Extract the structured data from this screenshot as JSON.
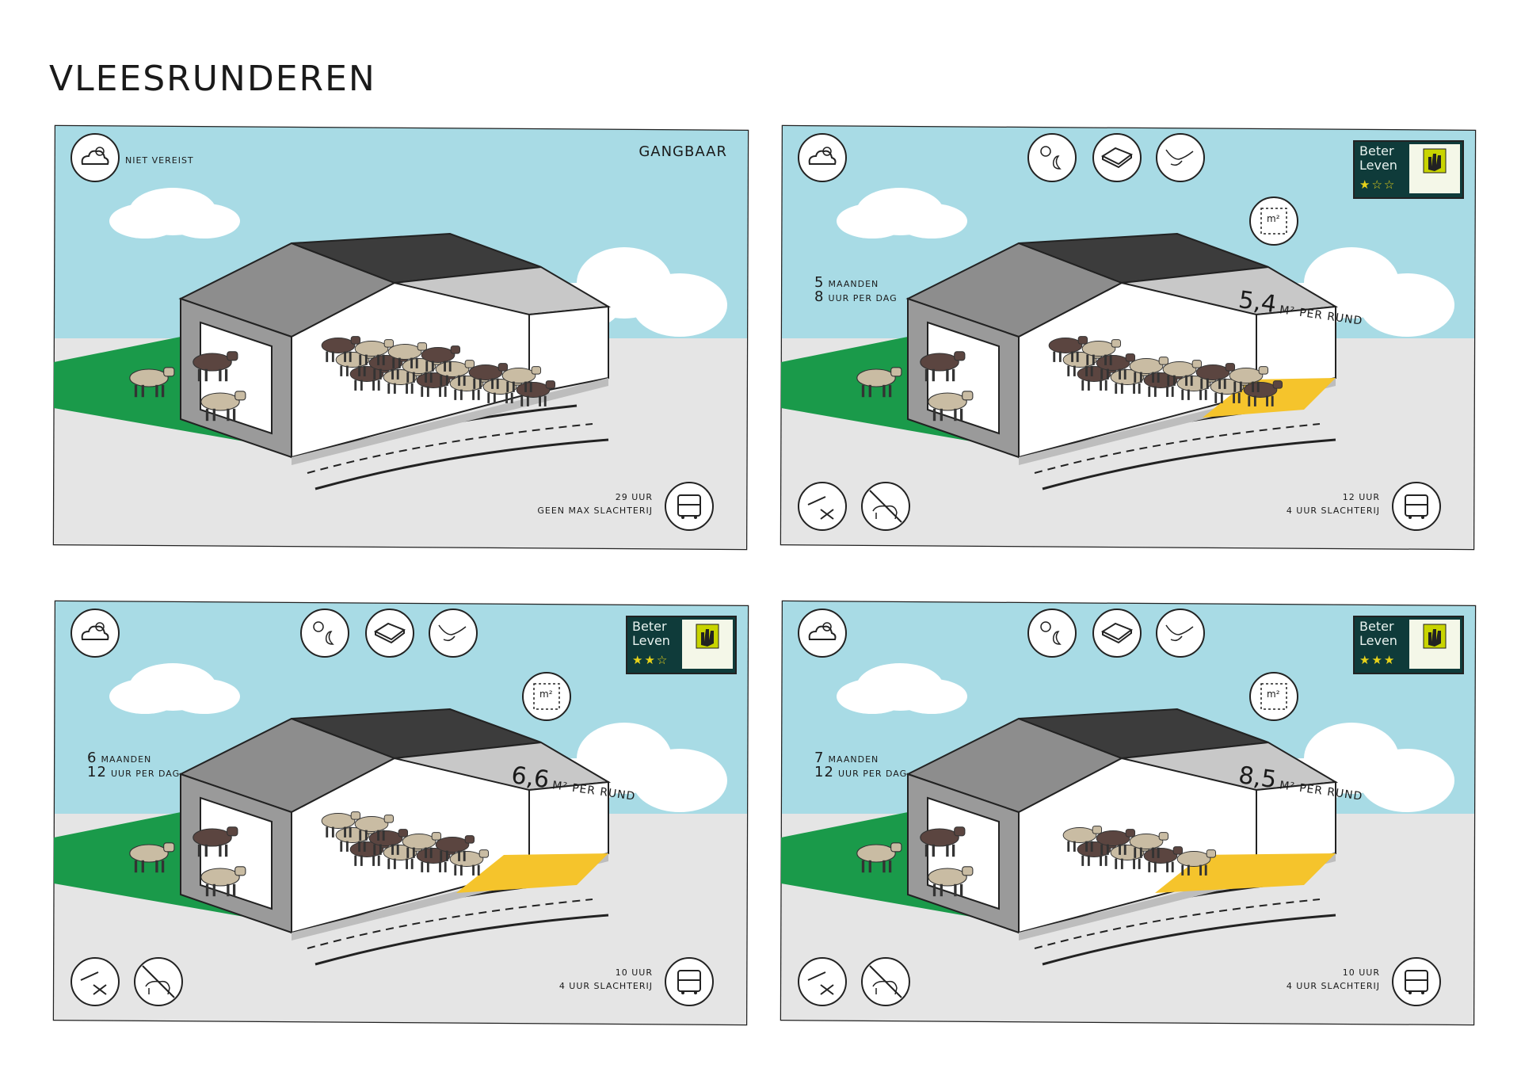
{
  "title": "VLEESRUNDEREN",
  "colors": {
    "sky": "#a8dbe5",
    "ground": "#e5e5e5",
    "pasture": "#1a9a4a",
    "straw": "#f5c42c",
    "roof": "#3c3c3c",
    "wall": "#9a9a9a",
    "badge_green": "#0f3b3a",
    "star_yellow": "#e7d21a"
  },
  "panels": [
    {
      "id": "gangbaar",
      "heading": "GANGBAAR",
      "outdoor_text": "NIET VEREIST",
      "transport_line1": "29 UUR",
      "transport_line2": "GEEN MAX SLACHTERIJ",
      "icons": [
        "weather-icon",
        "truck-icon"
      ]
    },
    {
      "id": "beter-leven-1",
      "badge_line1": "Beter",
      "badge_line2": "Leven",
      "stars": "★☆☆",
      "outdoor_months_num": "5",
      "outdoor_months_unit": "MAANDEN",
      "outdoor_hours_num": "8",
      "outdoor_hours_unit": "UUR PER DAG",
      "space_num": "5,4",
      "space_unit": "M² PER RUND",
      "m2_label": "m²",
      "transport_line1": "12 UUR",
      "transport_line2": "4 UUR SLACHTERIJ",
      "icons": [
        "weather-icon",
        "day-night-icon",
        "bedding-icon",
        "cattle-head-icon",
        "floor-space-icon",
        "no-castration-icon",
        "no-dehorning-icon",
        "truck-icon"
      ]
    },
    {
      "id": "beter-leven-2",
      "badge_line1": "Beter",
      "badge_line2": "Leven",
      "stars": "★★☆",
      "outdoor_months_num": "6",
      "outdoor_months_unit": "MAANDEN",
      "outdoor_hours_num": "12",
      "outdoor_hours_unit": "UUR PER DAG",
      "space_num": "6,6",
      "space_unit": "M² PER RUND",
      "m2_label": "m²",
      "transport_line1": "10 UUR",
      "transport_line2": "4 UUR SLACHTERIJ",
      "icons": [
        "weather-icon",
        "day-night-icon",
        "bedding-icon",
        "cattle-head-icon",
        "floor-space-icon",
        "no-castration-icon",
        "no-dehorning-icon",
        "truck-icon"
      ]
    },
    {
      "id": "beter-leven-3",
      "badge_line1": "Beter",
      "badge_line2": "Leven",
      "stars": "★★★",
      "outdoor_months_num": "7",
      "outdoor_months_unit": "MAANDEN",
      "outdoor_hours_num": "12",
      "outdoor_hours_unit": "UUR PER DAG",
      "space_num": "8,5",
      "space_unit": "M² PER RUND",
      "m2_label": "m²",
      "transport_line1": "10 UUR",
      "transport_line2": "4 UUR SLACHTERIJ",
      "icons": [
        "weather-icon",
        "day-night-icon",
        "bedding-icon",
        "cattle-head-icon",
        "floor-space-icon",
        "no-castration-icon",
        "no-dehorning-icon",
        "truck-icon"
      ]
    }
  ]
}
